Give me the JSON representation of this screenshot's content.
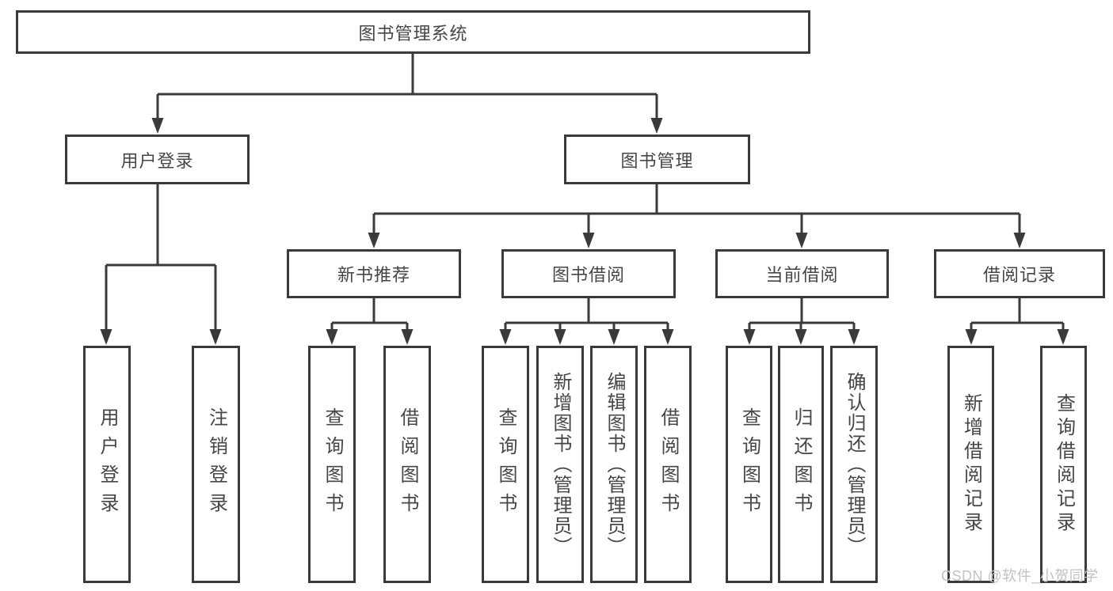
{
  "tree": {
    "root": {
      "label": "图书管理系统"
    },
    "branches": [
      {
        "label": "用户登录",
        "children": [
          {
            "label": "用户登录"
          },
          {
            "label": "注销登录"
          }
        ]
      },
      {
        "label": "图书管理",
        "children": [
          {
            "label": "新书推荐",
            "children": [
              {
                "label": "查询图书"
              },
              {
                "label": "借阅图书"
              }
            ]
          },
          {
            "label": "图书借阅",
            "children": [
              {
                "label": "查询图书"
              },
              {
                "label": "新增图书（管理员）"
              },
              {
                "label": "编辑图书（管理员）"
              },
              {
                "label": "借阅图书"
              }
            ]
          },
          {
            "label": "当前借阅",
            "children": [
              {
                "label": "查询图书"
              },
              {
                "label": "归还图书"
              },
              {
                "label": "确认归还（管理员）"
              }
            ]
          },
          {
            "label": "借阅记录",
            "children": [
              {
                "label": "新增借阅记录"
              },
              {
                "label": "查询借阅记录"
              }
            ]
          }
        ]
      }
    ]
  },
  "watermark": {
    "text": "CSDN @软件_小贺同学"
  },
  "colors": {
    "line": "#3a3a3a",
    "text": "#464646",
    "background": "#ffffff",
    "watermark": "#c2c2c2"
  }
}
